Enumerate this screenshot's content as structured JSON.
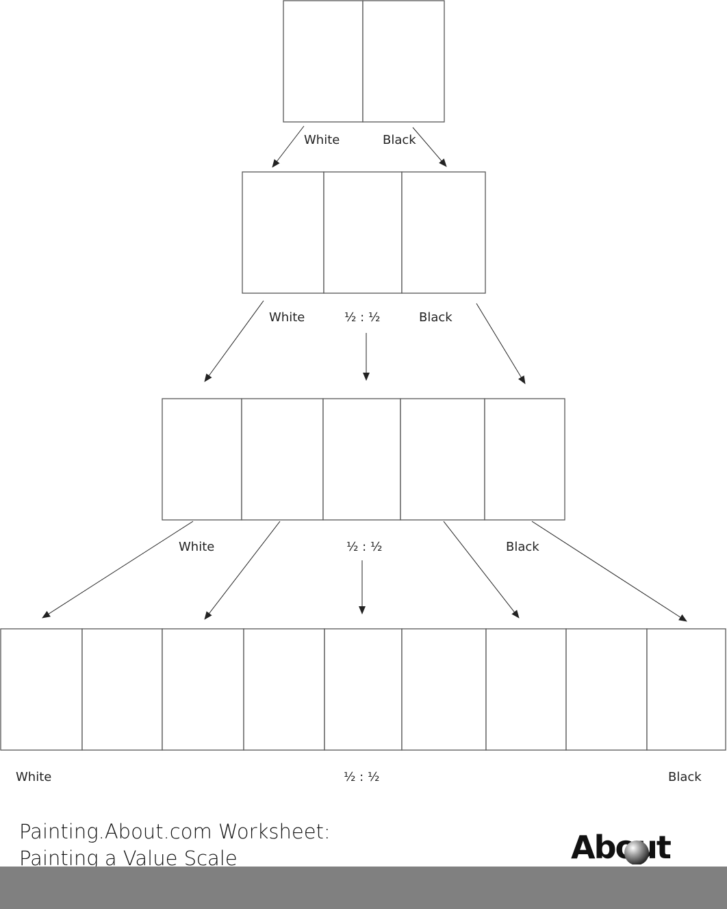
{
  "rows": [
    {
      "swatches": 2,
      "labels": [
        "White",
        "Black"
      ]
    },
    {
      "swatches": 3,
      "labels": [
        "White",
        "½ : ½",
        "Black"
      ]
    },
    {
      "swatches": 5,
      "labels": [
        "White",
        "½ : ½",
        "Black"
      ]
    },
    {
      "swatches": 9,
      "labels": [
        "White",
        "½ : ½",
        "Black"
      ]
    }
  ],
  "title": {
    "line1": "Painting.About.com Worksheet:",
    "line2": "Painting a Value Scale"
  },
  "logo": {
    "text": "About",
    "icon": "sphere-icon"
  },
  "colors": {
    "line": "#333333",
    "footer": "#808080"
  }
}
